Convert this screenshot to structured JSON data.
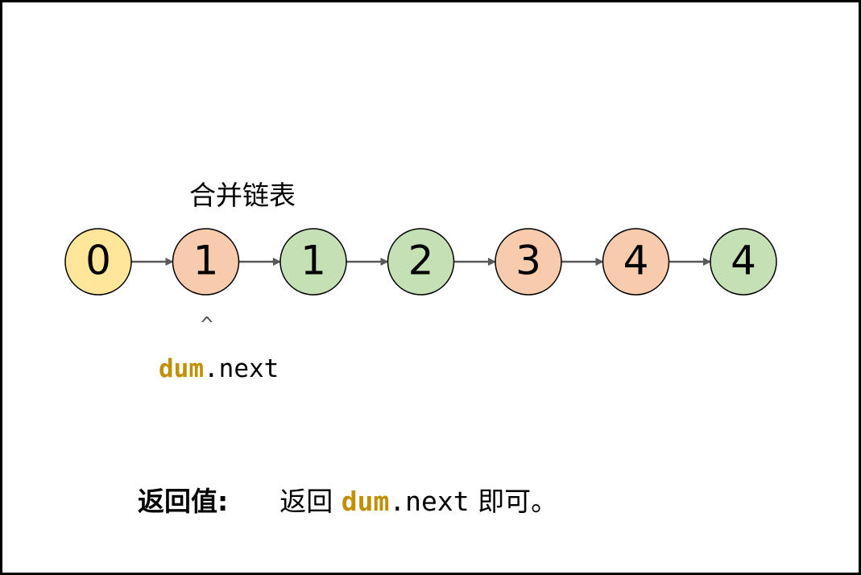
{
  "list_title": "合并链表",
  "nodes": [
    {
      "value": "0",
      "color": "#ffe699"
    },
    {
      "value": "1",
      "color": "#f8cbad"
    },
    {
      "value": "1",
      "color": "#c5e0b4"
    },
    {
      "value": "2",
      "color": "#c5e0b4"
    },
    {
      "value": "3",
      "color": "#f8cbad"
    },
    {
      "value": "4",
      "color": "#f8cbad"
    },
    {
      "value": "4",
      "color": "#c5e0b4"
    }
  ],
  "pointer": {
    "caret": "^",
    "keyword": "dum",
    "suffix": ".next"
  },
  "footer": {
    "label": "返回值:",
    "prefix": "返回",
    "keyword": "dum",
    "suffix": ".next",
    "tail": "即可。"
  },
  "colors": {
    "keyword": "#c09000",
    "arrow": "#595959",
    "node_border": "#000000"
  }
}
